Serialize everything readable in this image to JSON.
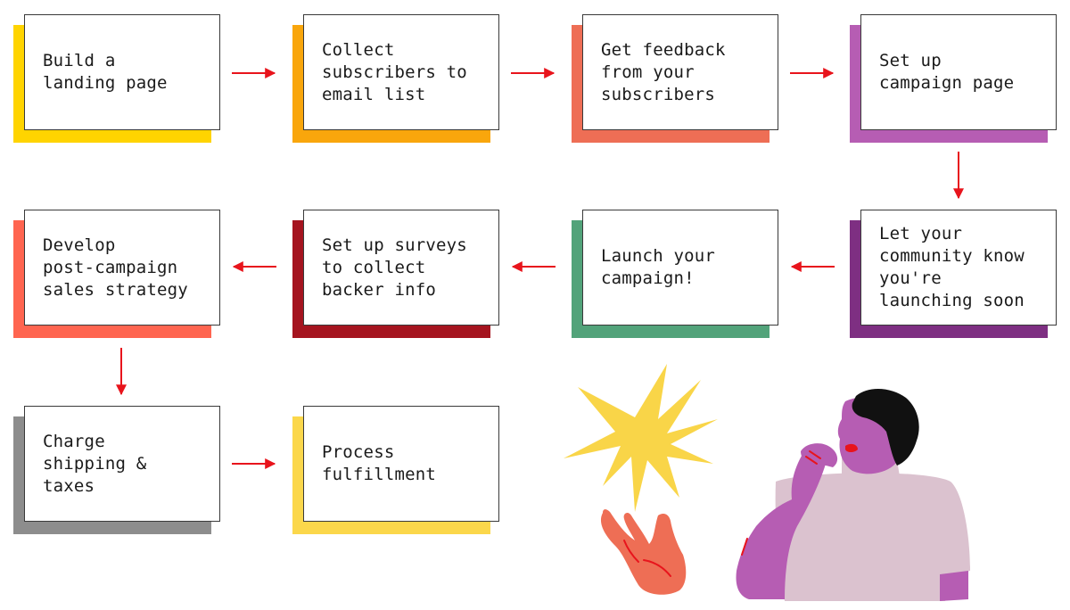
{
  "steps": [
    {
      "id": "build-landing-page",
      "label": "Build a\nlanding page",
      "color": "#FFD400"
    },
    {
      "id": "collect-subscribers",
      "label": "Collect\nsubscribers to\nemail list",
      "color": "#F9A60C"
    },
    {
      "id": "get-feedback",
      "label": "Get feedback\nfrom your\nsubscribers",
      "color": "#EE6E55"
    },
    {
      "id": "set-up-campaign-page",
      "label": "Set up\ncampaign page",
      "color": "#B65DB3"
    },
    {
      "id": "let-community-know",
      "label": "Let your\ncommunity know\nyou're\nlaunching soon",
      "color": "#7E2F82"
    },
    {
      "id": "launch-campaign",
      "label": "Launch your\ncampaign!",
      "color": "#52A37A"
    },
    {
      "id": "set-up-surveys",
      "label": "Set up surveys\nto collect\nbacker info",
      "color": "#A5141F"
    },
    {
      "id": "develop-strategy",
      "label": "Develop\npost-campaign\nsales strategy",
      "color": "#FF6550"
    },
    {
      "id": "charge-shipping",
      "label": "Charge\nshipping &\ntaxes",
      "color": "#8D8D8D"
    },
    {
      "id": "process-fulfillment",
      "label": "Process\nfulfillment",
      "color": "#FBD74B"
    }
  ],
  "colors": {
    "arrow": "#E8141C",
    "star": "#F9D548",
    "hand": "#EE6E55",
    "skin": "#B65DB3",
    "shirt": "#DBC2CF",
    "hair": "#111111",
    "accent": "#E8141C"
  }
}
